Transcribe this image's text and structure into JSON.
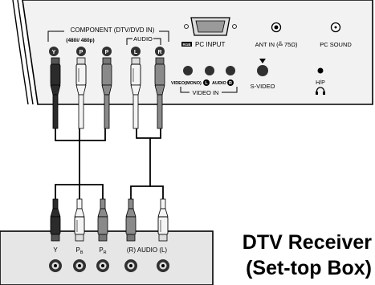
{
  "tv_panel": {
    "component_label": "COMPONENT (DTV/DVD IN)",
    "component_res": "(480i/ 480p)",
    "audio_label": "AUDIO",
    "jack_letters": [
      "Y",
      "P",
      "P",
      "L",
      "R"
    ],
    "pc_input_badge": "RGB",
    "pc_input": "PC INPUT",
    "ant_in": "ANT IN (╩ 75Ω)",
    "pc_sound": "PC SOUND",
    "video_mono": "VIDEO(MONO)",
    "video_audio_l": "L",
    "video_audio": "AUDIO",
    "video_audio_r": "R",
    "video_in": "VIDEO IN",
    "s_video": "S-VIDEO",
    "hp": "H/P",
    "hp_icon": "headphone-icon"
  },
  "receiver": {
    "y": "Y",
    "pb": "P",
    "pb_sub": "B",
    "pr": "P",
    "pr_sub": "R",
    "audio": "(R) AUDIO (L)"
  },
  "caption": {
    "line1": "DTV Receiver",
    "line2": "(Set-top Box)"
  },
  "colors": {
    "panel": "#f2f2f2",
    "receiver_box": "#e6e6e6",
    "jack_dark": "#303030",
    "plug_black": "#2b2b2b",
    "plug_white": "#f4f4f4",
    "plug_gray": "#8a8a8a",
    "line": "#000000"
  }
}
